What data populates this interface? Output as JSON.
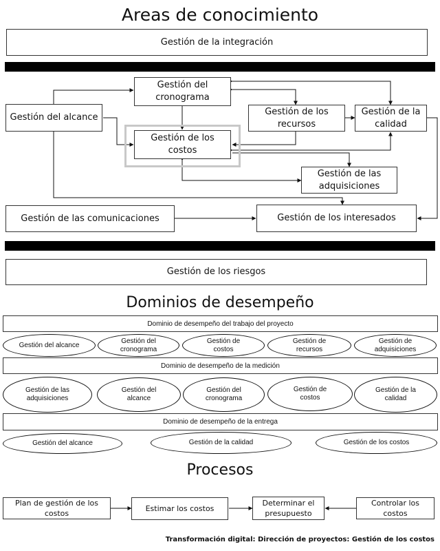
{
  "areas": {
    "title": "Areas de conocimiento",
    "integracion": "Gestión de la integración",
    "cronograma": "Gestión del cronograma",
    "alcance": "Gestión del alcance",
    "recursos": "Gestión de los recursos",
    "calidad": "Gestión de la calidad",
    "costos": "Gestión de los costos",
    "adquisiciones": "Gestión de las adquisiciones",
    "comunicaciones": "Gestión de las comunicaciones",
    "interesados": "Gestión de los interesados",
    "riesgos": "Gestión de los riesgos"
  },
  "dominios": {
    "title": "Dominios de desempeño",
    "trabajo": {
      "label": "Dominio de desempeño del trabajo del proyecto",
      "items": [
        "Gestión del alcance",
        "Gestión del cronograma",
        "Gestión de costos",
        "Gestión de recursos",
        "Gestión de adquisiciones"
      ]
    },
    "medicion": {
      "label": "Dominio de desempeño de la medición",
      "items": [
        "Gestión de las adquisiciones",
        "Gestión del alcance",
        "Gestión del cronograma",
        "Gestión de costos",
        "Gestión de la calidad"
      ]
    },
    "entrega": {
      "label": "Dominio de desempeño de la entrega",
      "items": [
        "Gestión del alcance",
        "Gestión de la calidad",
        "Gestión de los costos"
      ]
    }
  },
  "procesos": {
    "title": "Procesos",
    "steps": [
      "Plan de gestión de los costos",
      "Estimar los costos",
      "Determinar el presupuesto",
      "Controlar los costos"
    ]
  },
  "footer": "Transformación digital: Dirección de proyectos: Gestión de los costos"
}
